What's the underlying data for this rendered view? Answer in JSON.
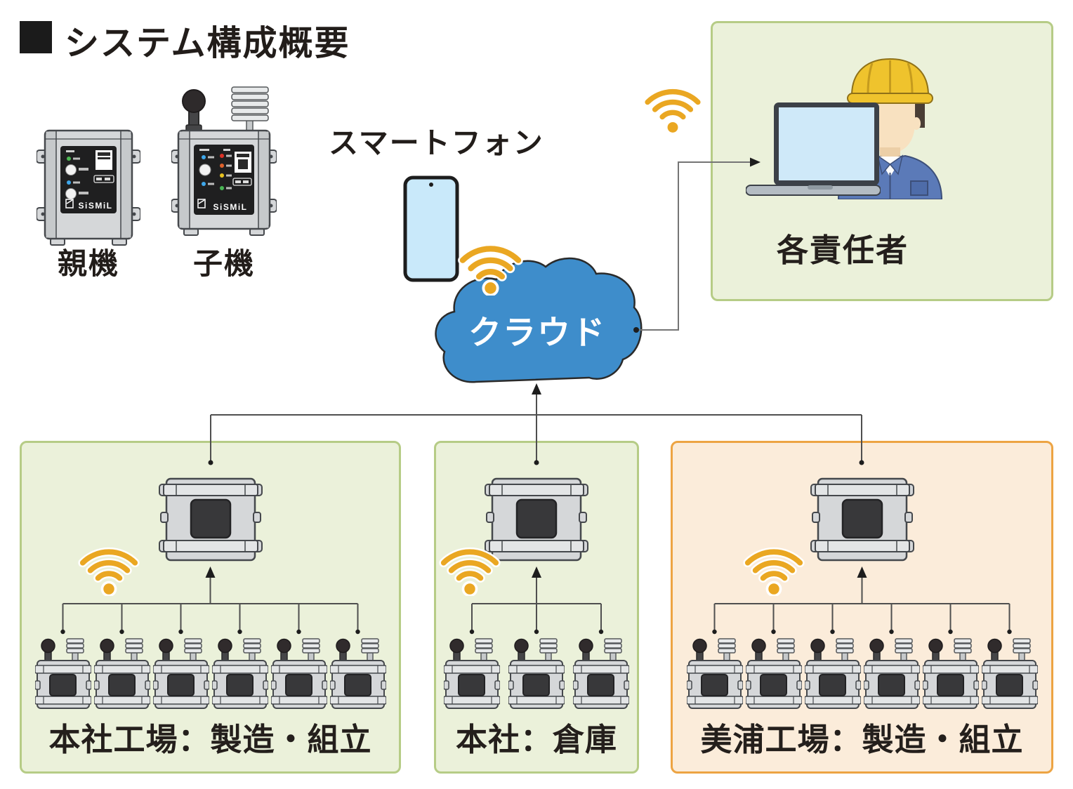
{
  "title": "システム構成概要",
  "brand": "SiSMiL",
  "legend": {
    "parent_label": "親機",
    "child_label": "子機"
  },
  "smartphone": {
    "label": "スマートフォン"
  },
  "cloud": {
    "label": "クラウド"
  },
  "manager": {
    "label": "各責任者"
  },
  "sites": [
    {
      "label": "本社工場：製造・組立",
      "theme": "green",
      "child_count": 6
    },
    {
      "label": "本社：倉庫",
      "theme": "green",
      "child_count": 3
    },
    {
      "label": "美浦工場：製造・組立",
      "theme": "orange",
      "child_count": 6
    }
  ],
  "icons": [
    "wifi-icon",
    "cloud-icon",
    "smartphone-icon",
    "laptop-icon",
    "worker-icon",
    "parent-device-icon",
    "child-device-icon"
  ],
  "colors": {
    "cloud_blue": "#3e8dcb",
    "wifi_gold": "#eaa722",
    "site_green_bg": "#ebf1da",
    "site_green_border": "#b6cc86",
    "site_orange_bg": "#fbecda",
    "site_orange_border": "#eda443",
    "connector_gray": "#4f4f4f",
    "device_gray": "#d5d7d9",
    "panel_black": "#1f1f20"
  }
}
